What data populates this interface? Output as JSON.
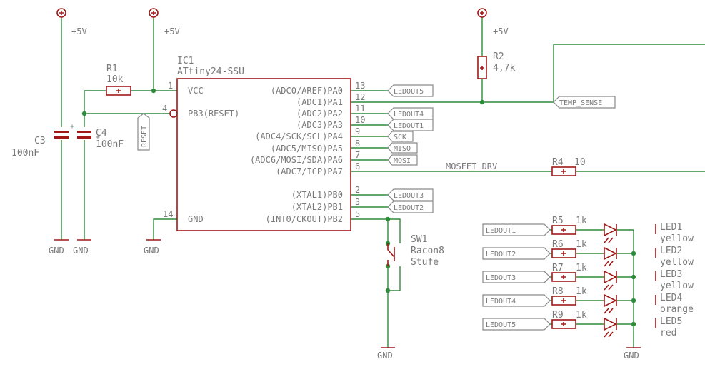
{
  "supplies": [
    "+5V",
    "+5V",
    "+5V"
  ],
  "grounds": [
    "GND",
    "GND",
    "GND",
    "GND",
    "GND"
  ],
  "capacitors": [
    {
      "name": "C3",
      "value": "100nF"
    },
    {
      "name": "C4",
      "value": "100nF"
    }
  ],
  "resistors": {
    "r1": {
      "name": "R1",
      "value": "10k"
    },
    "r2": {
      "name": "R2",
      "value": "4,7k"
    },
    "r4": {
      "name": "R4",
      "value": "10"
    }
  },
  "ic": {
    "name": "IC1",
    "part": "ATtiny24-SSU",
    "left_pins": [
      {
        "num": "1",
        "label": "VCC"
      },
      {
        "num": "4",
        "label": "PB3(RESET)"
      },
      {
        "num": "14",
        "label": "GND"
      }
    ],
    "right_pins": [
      {
        "num": "13",
        "label": "(ADC0/AREF)PA0"
      },
      {
        "num": "12",
        "label": "(ADC1)PA1"
      },
      {
        "num": "11",
        "label": "(ADC2)PA2"
      },
      {
        "num": "10",
        "label": "(ADC3)PA3"
      },
      {
        "num": "9",
        "label": "(ADC4/SCK/SCL)PA4"
      },
      {
        "num": "8",
        "label": "(ADC5/MISO)PA5"
      },
      {
        "num": "7",
        "label": "(ADC6/MOSI/SDA)PA6"
      },
      {
        "num": "6",
        "label": "(ADC7/ICP)PA7"
      },
      {
        "num": "2",
        "label": "(XTAL1)PB0"
      },
      {
        "num": "3",
        "label": "(XTAL2)PB1"
      },
      {
        "num": "5",
        "label": "(INT0/CKOUT)PB2"
      }
    ]
  },
  "net_labels": {
    "reset": "RESET",
    "pa0": "LEDOUT5",
    "pa1": "TEMP_SENSE",
    "pa2": "LEDOUT4",
    "pa3": "LEDOUT1",
    "pa4": "SCK",
    "pa5": "MISO",
    "pa6": "MOSI",
    "pb0": "LEDOUT3",
    "pb1": "LEDOUT2",
    "mosfet": "MOSFET_DRV"
  },
  "switch": {
    "name": "SW1",
    "line1": "Racon8",
    "line2": "Stufe"
  },
  "led_rows": [
    {
      "label": "LEDOUT1",
      "resistor": "R5",
      "value": "1k",
      "led": "LED1",
      "color": "yellow"
    },
    {
      "label": "LEDOUT2",
      "resistor": "R6",
      "value": "1k",
      "led": "LED2",
      "color": "yellow"
    },
    {
      "label": "LEDOUT3",
      "resistor": "R7",
      "value": "1k",
      "led": "LED3",
      "color": "yellow"
    },
    {
      "label": "LEDOUT4",
      "resistor": "R8",
      "value": "1k",
      "led": "LED4",
      "color": "orange"
    },
    {
      "label": "LEDOUT5",
      "resistor": "R9",
      "value": "1k",
      "led": "LED5",
      "color": "red"
    }
  ],
  "colors": {
    "wire": "#2e8b3a",
    "part": "#a01818",
    "text": "#7a7a7a",
    "label_border": "#8a8a8a"
  }
}
